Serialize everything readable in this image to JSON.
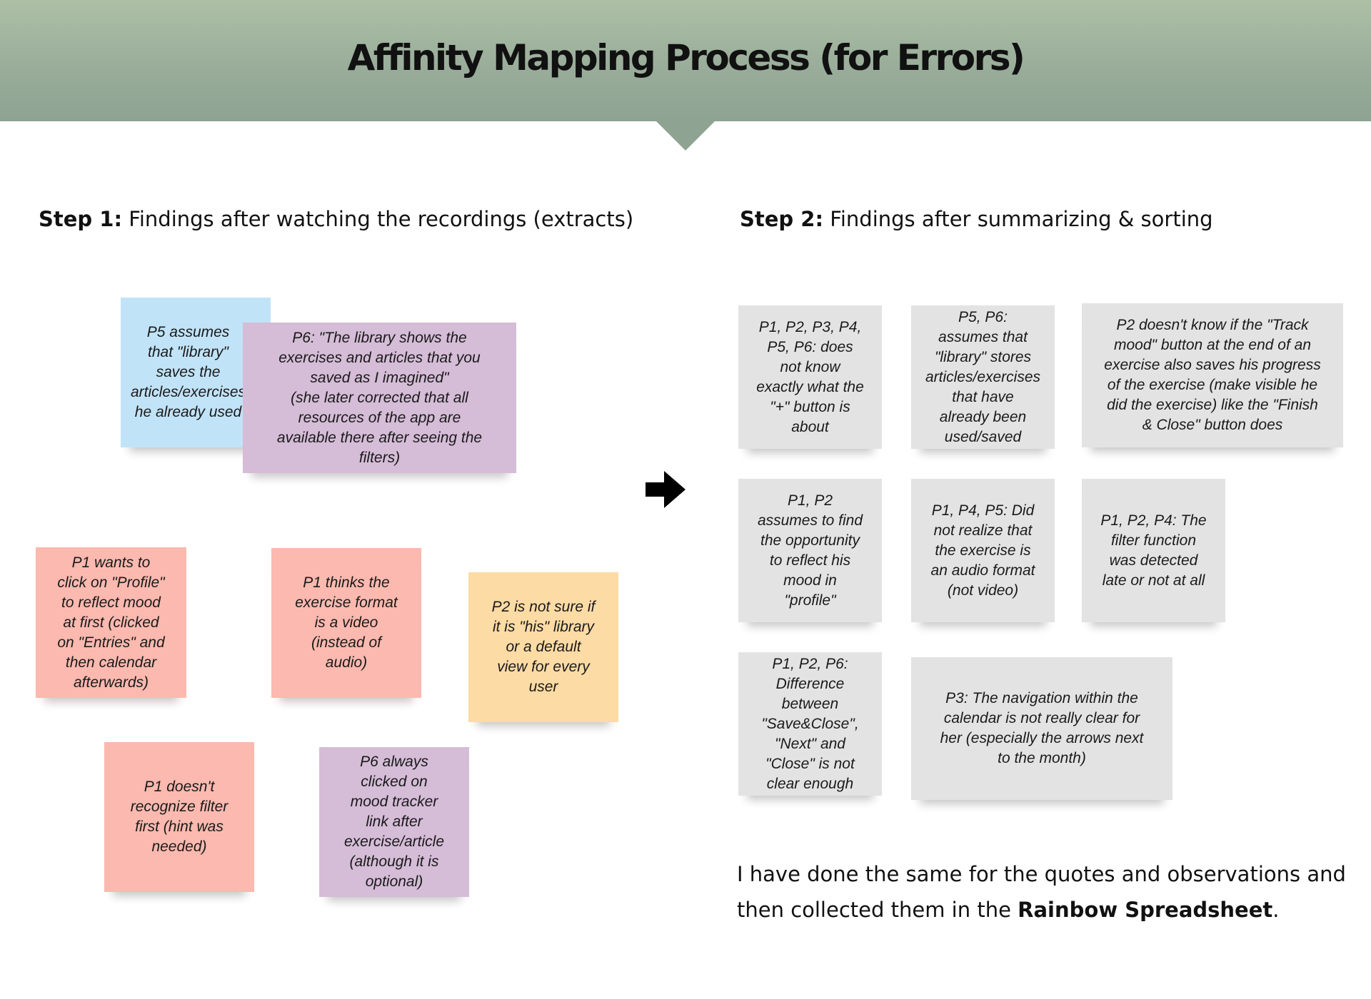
{
  "header": {
    "title": "Affinity Mapping Process (for Errors)"
  },
  "step1": {
    "label": "Step 1:",
    "text": "Findings after watching the recordings (extracts)",
    "notes": [
      "P5 assumes\nthat \"library\"\nsaves the\narticles/exercises\nhe already used",
      "P6: \"The library shows the\nexercises and articles that you\nsaved as I imagined\"\n(she later corrected that all\nresources of the app are\navailable there after seeing the\nfilters)",
      "P1 wants to\nclick on \"Profile\"\nto reflect mood\nat first (clicked\non \"Entries\" and\nthen calendar\nafterwards)",
      "P1 thinks the\nexercise format\nis a video\n(instead of\naudio)",
      "P2 is not sure if\nit is \"his\" library\nor a default\nview for every\nuser",
      "P1 doesn't\nrecognize filter\nfirst (hint was\nneeded)",
      "P6 always\nclicked on\nmood tracker\nlink after\nexercise/article\n(although it is\noptional)"
    ]
  },
  "step2": {
    "label": "Step 2:",
    "text": "Findings after summarizing & sorting",
    "notes": [
      "P1, P2, P3, P4,\nP5, P6: does\nnot know\nexactly what the\n\"+\" button is\nabout",
      "P5, P6:\nassumes that\n\"library\" stores\narticles/exercises\nthat have\nalready been\nused/saved",
      "P2 doesn't know if the \"Track\nmood\" button at the end of an\nexercise also saves his progress\nof the exercise (make visible he\ndid the exercise) like the \"Finish\n& Close\" button does",
      "P1, P2\nassumes to find\nthe opportunity\nto reflect his\nmood in\n\"profile\"",
      "P1, P4, P5: Did\nnot realize that\nthe exercise is\nan audio format\n(not video)",
      "P1, P2, P4: The\nfilter function\nwas detected\nlate or not at all",
      "P1, P2, P6:\nDifference\nbetween\n\"Save&Close\",\n\"Next\" and\n\"Close\" is not\nclear enough",
      "P3: The navigation within the\ncalendar is not really clear for\nher (especially the arrows next\nto the month)"
    ]
  },
  "summary": {
    "text_before": "I have done the same for the quotes and observations and then collected them in the ",
    "bold": "Rainbow Spreadsheet",
    "text_after": "."
  },
  "colors": {
    "banner": "#99ad9a",
    "blue_note": "#c1e3f7",
    "purple_note": "#d5bcd7",
    "red_note": "#fbb9af",
    "orange_note": "#fcdba5",
    "grey_note": "#e3e3e3"
  },
  "icons": {
    "arrow": "arrow-right-icon"
  }
}
